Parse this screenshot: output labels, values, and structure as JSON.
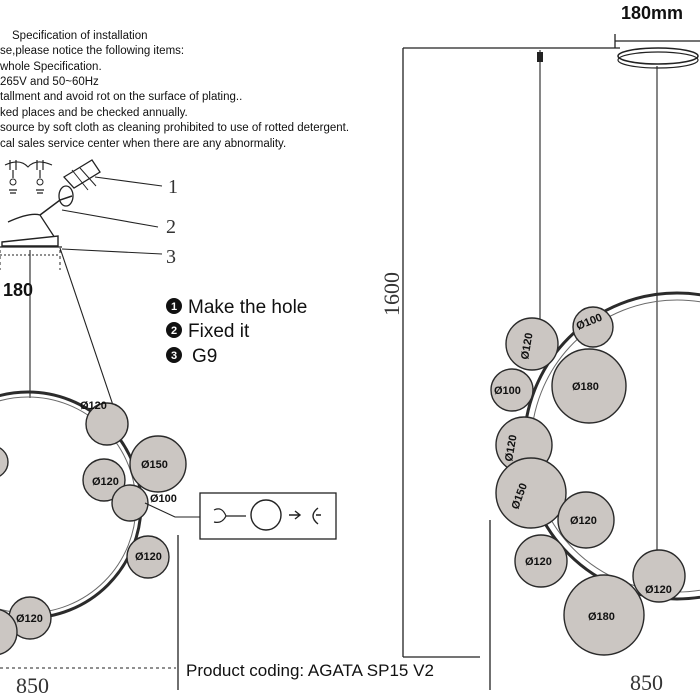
{
  "spec": {
    "title": "Specification of installation",
    "lines": [
      "se,please notice the following items:",
      "whole Specification.",
      "265V and 50~60Hz",
      "tallment and avoid rot on the surface of plating..",
      "ked places and be checked annually.",
      " source by soft cloth as cleaning prohibited to use of rotted detergent.",
      "cal sales service center when there are any abnormality."
    ]
  },
  "callouts": [
    "1",
    "2",
    "3"
  ],
  "steps": [
    {
      "num": "1",
      "text": "Make the hole"
    },
    {
      "num": "2",
      "text": "Fixed it"
    },
    {
      "num": "3",
      "text": "G9"
    }
  ],
  "left": {
    "canopy_dim": "180",
    "width_dim": "850",
    "bulb_labels": [
      "Ø120",
      "Ø150",
      "Ø120",
      "Ø100",
      "Ø120",
      "Ø120"
    ]
  },
  "right": {
    "canopy_dim": "180mm",
    "height_dim": "1600",
    "width_dim": "850",
    "bulb_labels": [
      "Ø120",
      "Ø100",
      "Ø100",
      "Ø180",
      "Ø120",
      "Ø150",
      "Ø120",
      "Ø120",
      "Ø120",
      "Ø180"
    ]
  },
  "product_coding": "Product coding: AGATA SP15 V2",
  "colors": {
    "glass": "#cbc6c2",
    "metal": "#2b2b2b"
  }
}
